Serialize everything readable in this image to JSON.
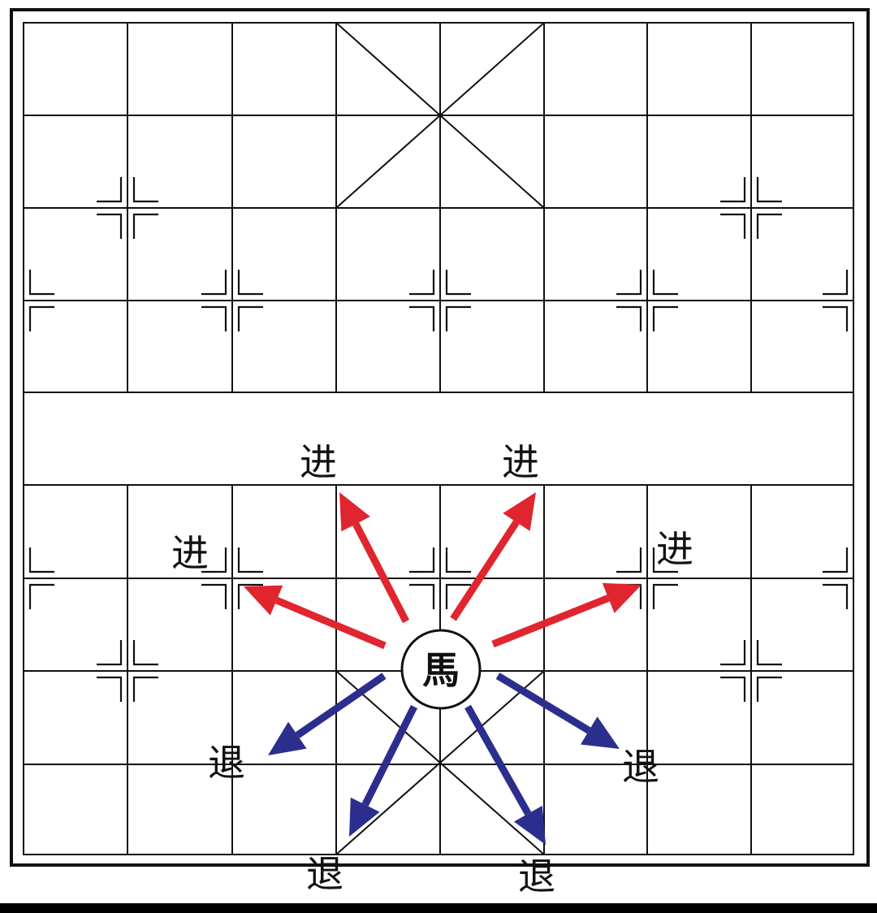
{
  "piece": {
    "char": "馬"
  },
  "labels": {
    "advance": "进",
    "retreat": "退"
  },
  "colors": {
    "advance": "#e0252f",
    "retreat": "#2b2e8c",
    "line": "#111111"
  },
  "moves": [
    {
      "id": "advance-1",
      "dir": "advance"
    },
    {
      "id": "advance-2",
      "dir": "advance"
    },
    {
      "id": "advance-3",
      "dir": "advance"
    },
    {
      "id": "advance-4",
      "dir": "advance"
    },
    {
      "id": "retreat-1",
      "dir": "retreat"
    },
    {
      "id": "retreat-2",
      "dir": "retreat"
    },
    {
      "id": "retreat-3",
      "dir": "retreat"
    },
    {
      "id": "retreat-4",
      "dir": "retreat"
    }
  ]
}
